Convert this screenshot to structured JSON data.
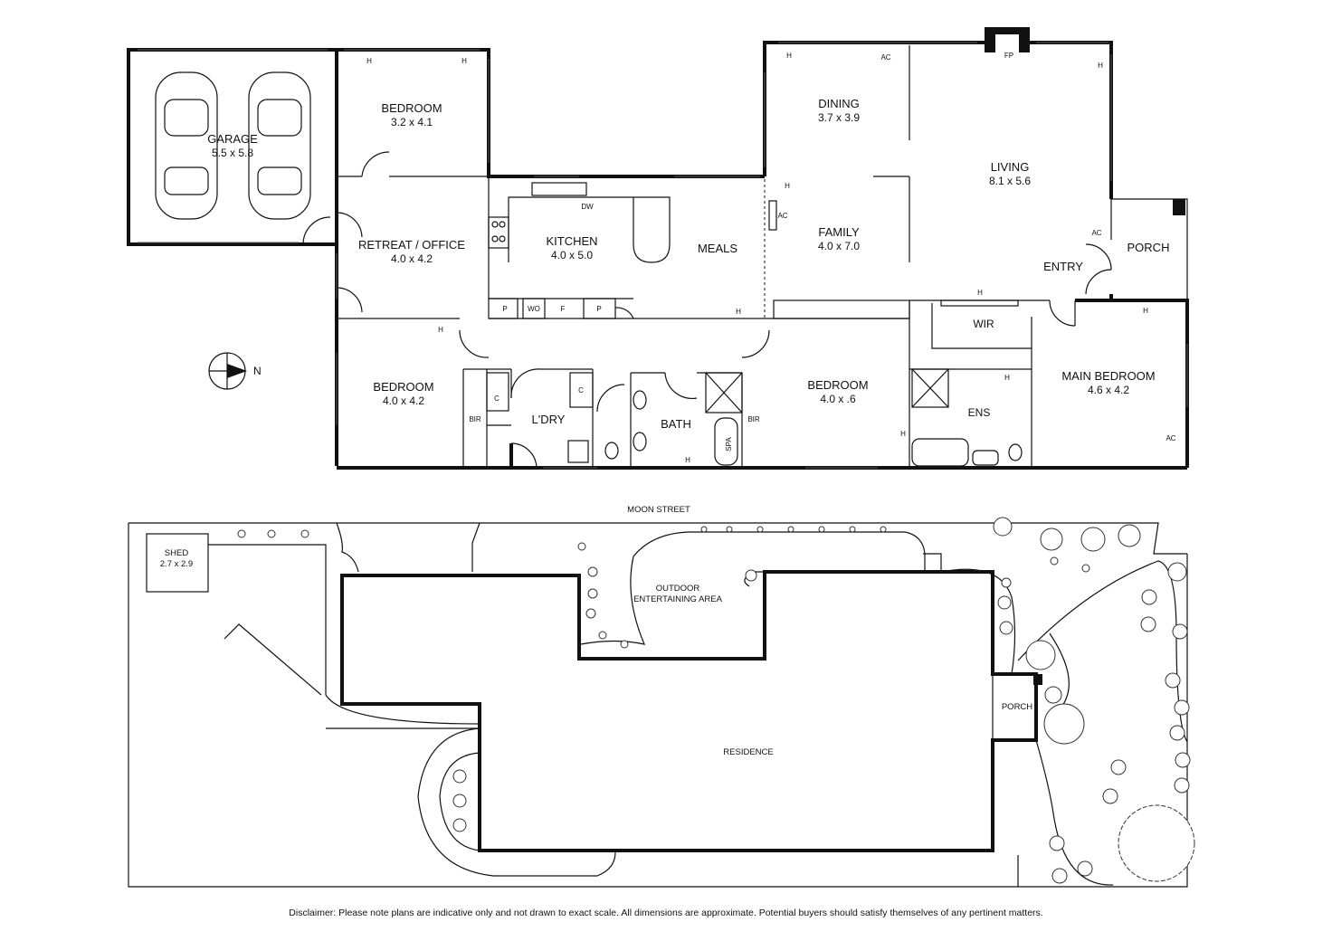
{
  "rooms": {
    "garage": {
      "name": "GARAGE",
      "dim": "5.5 x 5.8"
    },
    "bedroom_top": {
      "name": "BEDROOM",
      "dim": "3.2 x 4.1"
    },
    "retreat": {
      "name": "RETREAT / OFFICE",
      "dim": "4.0 x 4.2"
    },
    "kitchen": {
      "name": "KITCHEN",
      "dim": "4.0 x 5.0"
    },
    "meals": {
      "name": "MEALS"
    },
    "dining": {
      "name": "DINING",
      "dim": "3.7 x 3.9"
    },
    "family": {
      "name": "FAMILY",
      "dim": "4.0 x 7.0"
    },
    "living": {
      "name": "LIVING",
      "dim": "8.1 x 5.6"
    },
    "entry": {
      "name": "ENTRY"
    },
    "porch": {
      "name": "PORCH"
    },
    "bedroom_left": {
      "name": "BEDROOM",
      "dim": "4.0 x 4.2"
    },
    "laundry": {
      "name": "L'DRY"
    },
    "bath": {
      "name": "BATH"
    },
    "bedroom_mid": {
      "name": "BEDROOM",
      "dim": "4.0 x .6"
    },
    "wir": {
      "name": "WIR"
    },
    "ens": {
      "name": "ENS"
    },
    "main_bedroom": {
      "name": "MAIN BEDROOM",
      "dim": "4.6 x 4.2"
    }
  },
  "fixtures": {
    "heater": "H",
    "ac": "AC",
    "fireplace": "FP",
    "dishwasher": "DW",
    "pantry": "P",
    "wall_oven": "WO",
    "fridge": "F",
    "cupboard": "C",
    "built_in_robe": "BIR",
    "spa": "SPA"
  },
  "compass": {
    "label": "N"
  },
  "site": {
    "street": "MOON STREET",
    "shed_name": "SHED",
    "shed_dim": "2.7 x 2.9",
    "outdoor_line1": "OUTDOOR",
    "outdoor_line2": "ENTERTAINING AREA",
    "porch": "PORCH",
    "residence": "RESIDENCE"
  },
  "disclaimer": "Disclaimer: Please note plans are indicative only and not drawn to exact scale. All dimensions are approximate. Potential buyers should satisfy themselves of any pertinent matters."
}
